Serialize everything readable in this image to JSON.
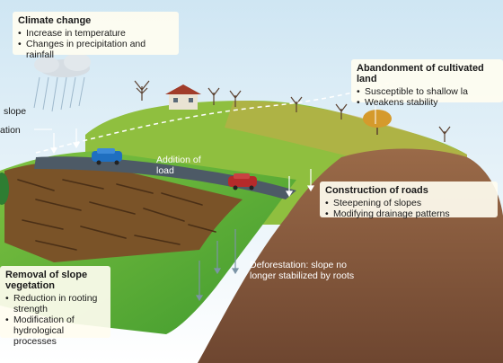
{
  "climate": {
    "title": "Climate change",
    "items": [
      "Increase in temperature",
      "Changes in precipitation and rainfall"
    ]
  },
  "abandonment": {
    "title": "Abandonment of cultivated land",
    "items": [
      "Susceptible to shallow la",
      "Weakens stability"
    ]
  },
  "roads": {
    "title": "Construction of roads",
    "items": [
      "Steepening of slopes",
      "Modifying drainage patterns"
    ]
  },
  "removal": {
    "title": "Removal of slope vegetation",
    "items": [
      "Reduction in rooting strength",
      "Modification of hydrological processes"
    ]
  },
  "load_label": "Addition of load",
  "deforestation_label": "Deforestation: slope no longer stabilized by roots",
  "edge_labels": [
    "slope",
    "ation"
  ]
}
